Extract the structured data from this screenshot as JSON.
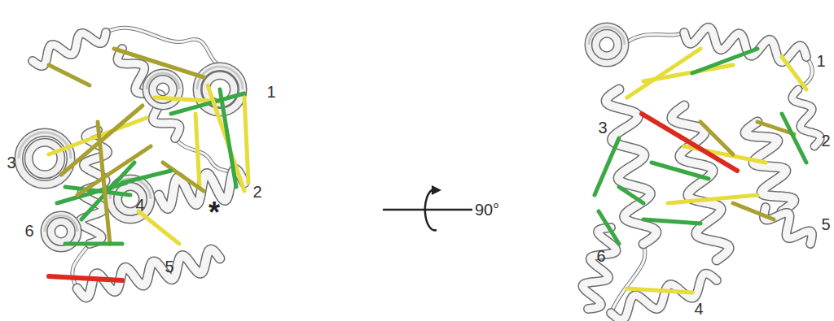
{
  "diagram": {
    "labels": [
      "1",
      "3",
      "2",
      "4",
      "*",
      "6",
      "5",
      "90°",
      "1",
      "3",
      "2",
      "5",
      "6",
      "4"
    ]
  }
}
